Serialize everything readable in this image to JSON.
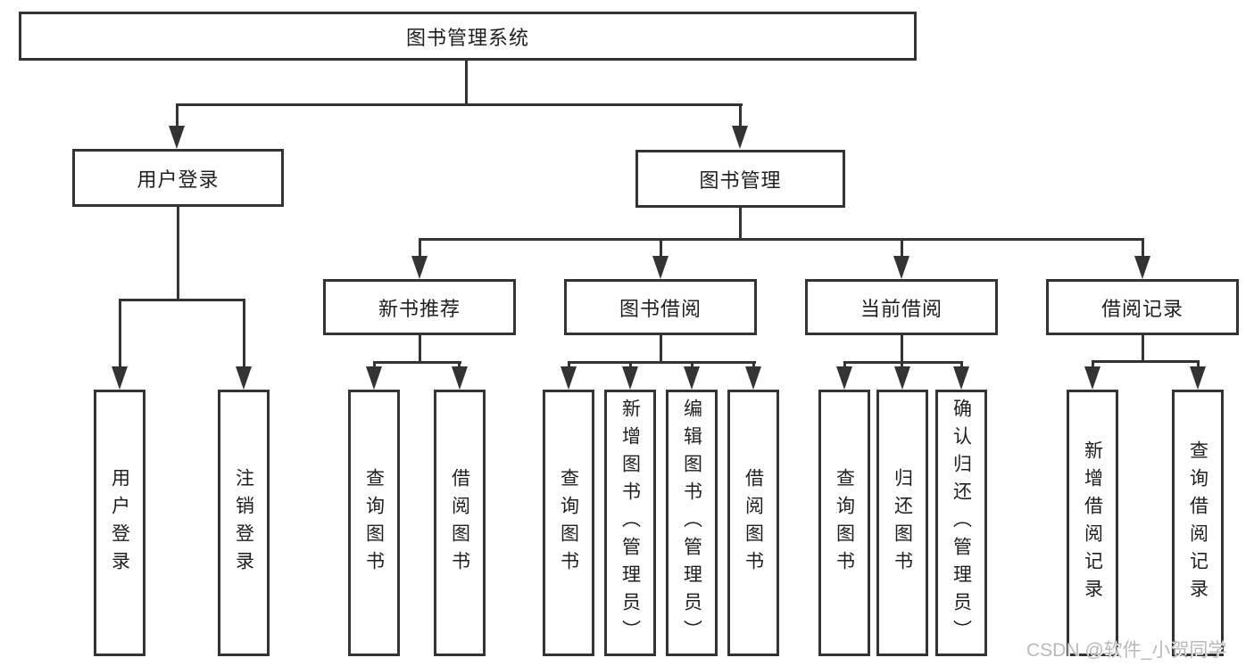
{
  "tree": {
    "root": {
      "label": "图书管理系统"
    },
    "level2": [
      {
        "label": "用户登录"
      },
      {
        "label": "图书管理"
      }
    ],
    "level3": [
      {
        "label": "新书推荐",
        "parent": "图书管理"
      },
      {
        "label": "图书借阅",
        "parent": "图书管理"
      },
      {
        "label": "当前借阅",
        "parent": "图书管理"
      },
      {
        "label": "借阅记录",
        "parent": "图书管理"
      }
    ],
    "leaves": [
      {
        "label": "用户登录",
        "parent": "用户登录"
      },
      {
        "label": "注销登录",
        "parent": "用户登录"
      },
      {
        "label": "查询图书",
        "parent": "新书推荐"
      },
      {
        "label": "借阅图书",
        "parent": "新书推荐"
      },
      {
        "label": "查询图书",
        "parent": "图书借阅"
      },
      {
        "label": "新增图书（管理员）",
        "parent": "图书借阅"
      },
      {
        "label": "编辑图书（管理员）",
        "parent": "图书借阅"
      },
      {
        "label": "借阅图书",
        "parent": "图书借阅"
      },
      {
        "label": "查询图书",
        "parent": "当前借阅"
      },
      {
        "label": "归还图书",
        "parent": "当前借阅"
      },
      {
        "label": "确认归还（管理员）",
        "parent": "当前借阅"
      },
      {
        "label": "新增借阅记录",
        "parent": "借阅记录"
      },
      {
        "label": "查询借阅记录",
        "parent": "借阅记录"
      }
    ]
  },
  "watermark": {
    "text": "CSDN @软件_小贺同学"
  },
  "colors": {
    "line": "#333333",
    "text": "#1f1f1f",
    "watermark": "#b9b9b9",
    "background": "#ffffff"
  }
}
